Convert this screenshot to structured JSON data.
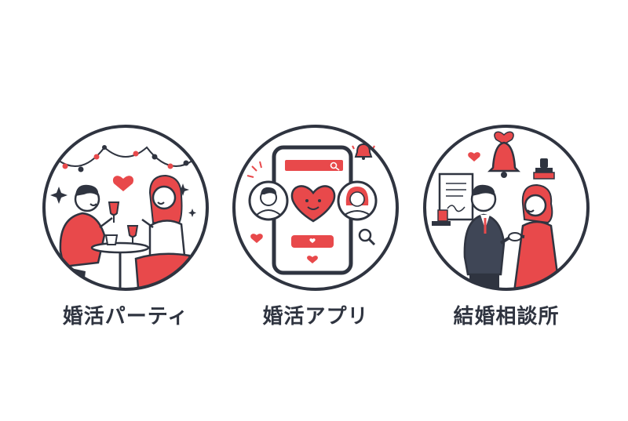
{
  "colors": {
    "ink": "#2f3440",
    "accent": "#e8494b",
    "background": "#ffffff"
  },
  "panels": [
    {
      "label": "婚活パーティ",
      "icons": [
        "garland-lights-icon",
        "heart-icon",
        "sparkle-icon",
        "wine-glass-icon",
        "cafe-table-icon",
        "man-figure-icon",
        "woman-figure-icon"
      ]
    },
    {
      "label": "婚活アプリ",
      "icons": [
        "smartphone-icon",
        "search-icon",
        "bell-icon",
        "heart-face-icon",
        "man-avatar-icon",
        "woman-avatar-icon",
        "heart-button-icon",
        "magnifier-icon"
      ]
    },
    {
      "label": "結婚相談所",
      "icons": [
        "wedding-bell-icon",
        "heart-icon",
        "stamp-icon",
        "contract-document-icon",
        "man-suit-icon",
        "woman-dress-icon",
        "handshake-icon"
      ]
    }
  ]
}
